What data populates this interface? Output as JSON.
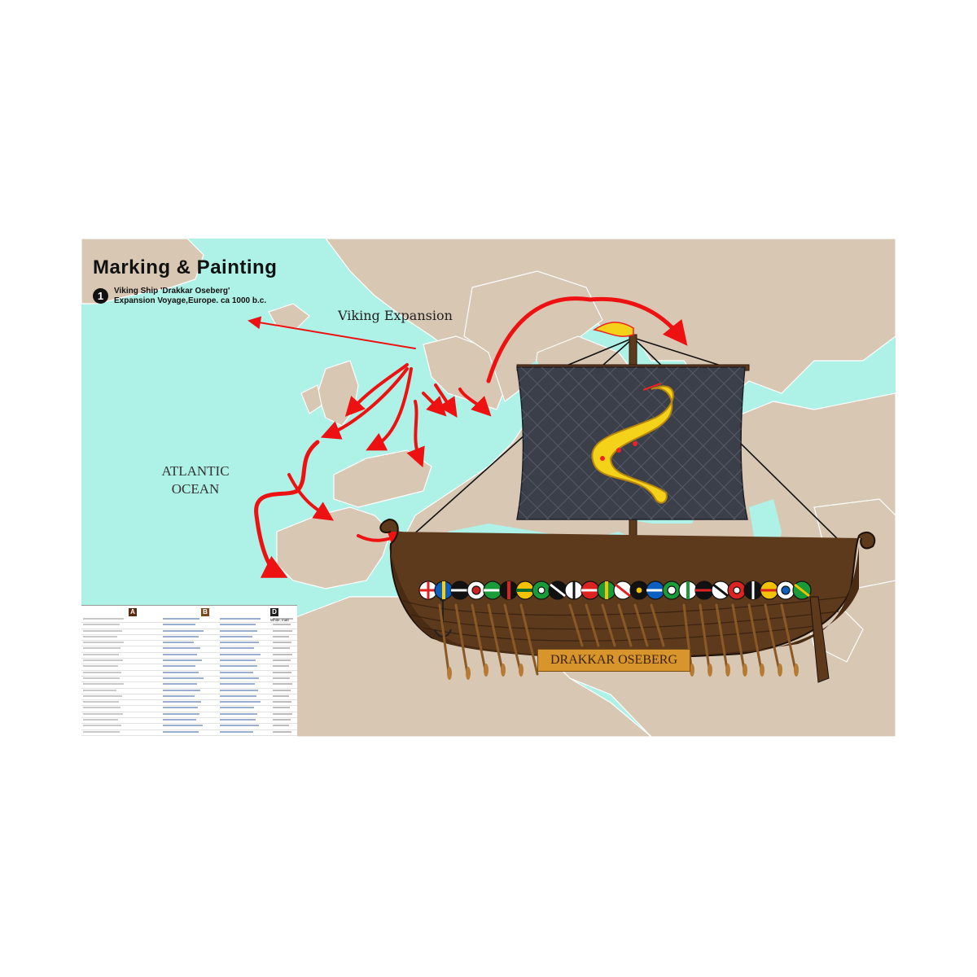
{
  "header": {
    "title": "Marking & Painting",
    "icon_label": "1",
    "subtitle_line1": "Viking Ship 'Drakkar Oseberg'",
    "subtitle_line2": "Expansion Voyage,Europe. ca 1000 b.c."
  },
  "map": {
    "expansion_label": "Viking Expansion",
    "ocean_line1": "ATLANTIC",
    "ocean_line2": "OCEAN",
    "colors": {
      "sea": "#aef1e6",
      "land": "#d8c7b3",
      "arrow": "#ee1111"
    }
  },
  "ship": {
    "name": "DRAKKAR OSEBERG",
    "sail_color": "#3b3f4a",
    "hull_color": "#5e3a1c",
    "emblem_color": "#f5d21a"
  },
  "paint_chart": {
    "columns": [
      "A",
      "B",
      "D"
    ],
    "column_colors": [
      "#5a2b0c",
      "#7a4a1a",
      "#222222"
    ],
    "last_column_visible_text": "White, matt"
  }
}
